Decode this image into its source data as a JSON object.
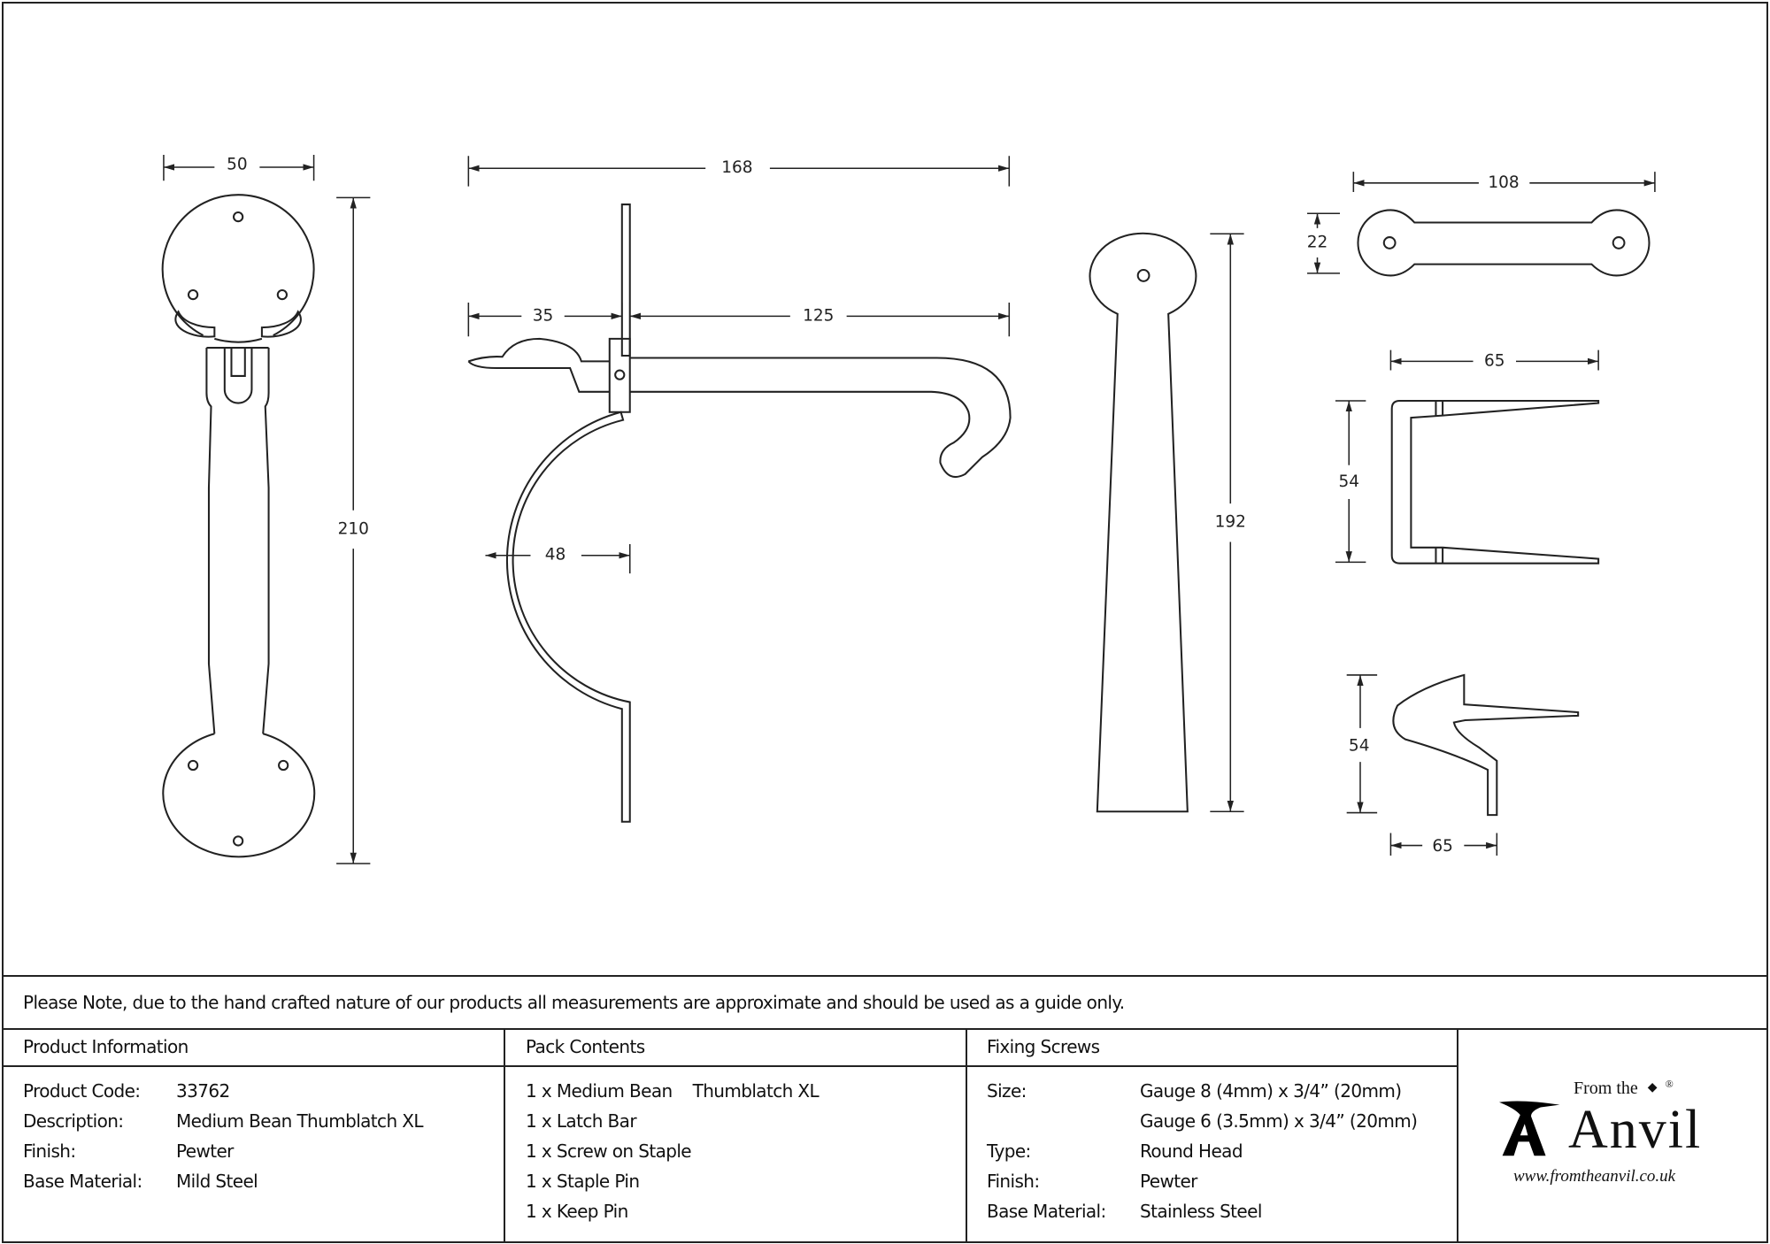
{
  "dimensions": {
    "handle_width": "50",
    "handle_height": "210",
    "latch_length": "168",
    "latch_front": "35",
    "latch_back": "125",
    "latch_radius": "48",
    "bar_height": "192",
    "keep_width": "108",
    "keep_height": "22",
    "staple_width": "65",
    "staple_height": "54",
    "pin_height": "54",
    "pin_width": "65"
  },
  "note": "Please Note, due to the hand crafted nature of our products all measurements are approximate and should be used as a guide only.",
  "product_info": {
    "header": "Product Information",
    "rows": [
      {
        "label": "Product Code:",
        "value": "33762"
      },
      {
        "label": "Description:",
        "value": "Medium Bean Thumblatch XL"
      },
      {
        "label": "Finish:",
        "value": "Pewter"
      },
      {
        "label": "Base Material:",
        "value": "Mild Steel"
      }
    ]
  },
  "pack_contents": {
    "header": "Pack Contents",
    "items": [
      "1 x Medium Bean    Thumblatch XL",
      "1 x Latch Bar",
      "1 x Screw on Staple",
      "1 x Staple Pin",
      "1 x Keep Pin"
    ]
  },
  "fixing_screws": {
    "header": "Fixing Screws",
    "rows": [
      {
        "label": "Size:",
        "value": "Gauge 8 (4mm) x 3/4” (20mm)"
      },
      {
        "label": "",
        "value": "Gauge 6 (3.5mm) x 3/4” (20mm)"
      },
      {
        "label": "Type:",
        "value": "Round Head"
      },
      {
        "label": "Finish:",
        "value": "Pewter"
      },
      {
        "label": "Base Material:",
        "value": "Stainless Steel"
      }
    ]
  },
  "logo": {
    "from_the": "From the",
    "anvil": "Anvil",
    "url": "www.fromtheanvil.co.uk",
    "registered": "®"
  }
}
